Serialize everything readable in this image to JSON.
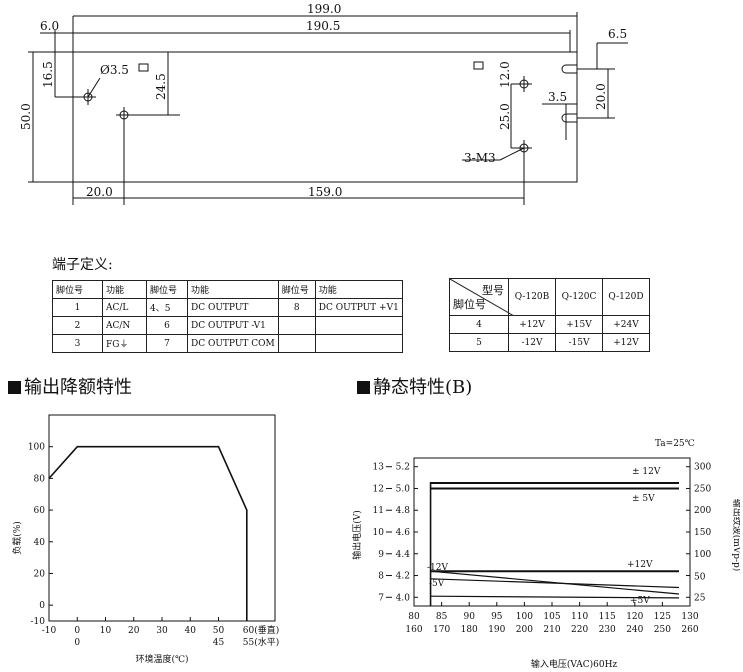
{
  "mechanical": {
    "dims": {
      "d199": "199.0",
      "d190_5": "190.5",
      "d6_0": "6.0",
      "d6_5": "6.5",
      "d16_5": "16.5",
      "d50_0": "50.0",
      "d24_5": "24.5",
      "d12_0": "12.0",
      "d25_0": "25.0",
      "d20_0_right": "20.0",
      "d3_5": "3.5",
      "d20_0_bottom": "20.0",
      "d159_0": "159.0",
      "hole_dia": "Ø3.5",
      "m3": "3-M3"
    }
  },
  "terminal": {
    "title": "端子定义:",
    "headers": [
      "脚位号",
      "功能",
      "脚位号",
      "功能",
      "脚位号",
      "功能"
    ],
    "rows": [
      [
        "1",
        "AC/L",
        "4、5",
        "DC OUTPUT",
        "8",
        "DC OUTPUT +V1"
      ],
      [
        "2",
        "AC/N",
        "6",
        "DC OUTPUT -V1",
        "",
        ""
      ],
      [
        "3",
        "FG⏚",
        "7",
        "DC OUTPUT COM",
        "",
        ""
      ]
    ]
  },
  "models": {
    "corner_top": "型号",
    "corner_bottom": "脚位号",
    "headers": [
      "Q-120B",
      "Q-120C",
      "Q-120D"
    ],
    "rows": [
      [
        "4",
        "+12V",
        "+15V",
        "+24V"
      ],
      [
        "5",
        "-12V",
        "-15V",
        "+12V"
      ]
    ]
  },
  "sections": {
    "derating": "输出降额特性",
    "static": "静态特性(B)"
  },
  "chart_data": [
    {
      "type": "line",
      "title": "输出降额特性",
      "xlabel": "环境温度(℃)",
      "ylabel": "负载(%)",
      "x_ticks": [
        "-10",
        "0",
        "10",
        "20",
        "30",
        "40",
        "50",
        "60(垂直)"
      ],
      "x_ticks_2": [
        "0",
        "45",
        "55(水平)"
      ],
      "y_ticks": [
        "-10",
        "0",
        "20",
        "40",
        "60",
        "80",
        "100"
      ],
      "xlim": [
        -10,
        70
      ],
      "ylim": [
        -10,
        120
      ],
      "series": [
        {
          "x": [
            -10,
            0,
            50,
            60,
            60
          ],
          "y": [
            80,
            100,
            100,
            60,
            -10
          ]
        }
      ]
    },
    {
      "type": "line",
      "title": "静态特性(B)",
      "annotation": "Ta=25℃",
      "xlabel": "输入电压(VAC)60Hz",
      "ylabel": "输出电压(V)",
      "ylabel_right": "输出纹波(mVp-p)",
      "x_ticks": [
        "80",
        "85",
        "90",
        "95",
        "100",
        "105",
        "110",
        "115",
        "120",
        "125",
        "130"
      ],
      "x_ticks_2": [
        "160",
        "170",
        "180",
        "190",
        "200",
        "210",
        "220",
        "230",
        "240",
        "250",
        "260"
      ],
      "y_ticks_outer": [
        "7",
        "8",
        "9",
        "10",
        "11",
        "12",
        "13"
      ],
      "y_ticks_inner": [
        "4.0",
        "4.2",
        "4.4",
        "4.6",
        "4.8",
        "5.0",
        "5.2"
      ],
      "y_ticks_right": [
        "25",
        "50",
        "100",
        "150",
        "200",
        "250",
        "300"
      ],
      "xlim": [
        80,
        130
      ],
      "ylim": [
        6.6,
        13.4
      ],
      "labels": {
        "plus12_top": "± 12V",
        "plus5_top": "± 5V",
        "plus12_low": "+12V",
        "minus12_left": "-12V",
        "minus5_left": "-5V",
        "plus5_low": "+5V"
      },
      "series": [
        {
          "name": "± 12V",
          "x": [
            83,
            128
          ],
          "y": [
            12.25,
            12.25
          ]
        },
        {
          "name": "± 5V",
          "x": [
            83,
            128
          ],
          "y": [
            12.0,
            12.0
          ]
        },
        {
          "name": "+12V",
          "x": [
            83,
            128
          ],
          "y": [
            8.2,
            8.2
          ]
        },
        {
          "name": "-12V",
          "x": [
            83,
            128
          ],
          "y": [
            8.2,
            7.15
          ]
        },
        {
          "name": "-5V",
          "x": [
            83,
            128
          ],
          "y": [
            7.85,
            7.45
          ]
        },
        {
          "name": "+5V",
          "x": [
            83,
            128
          ],
          "y": [
            7.05,
            6.97
          ]
        }
      ]
    }
  ]
}
